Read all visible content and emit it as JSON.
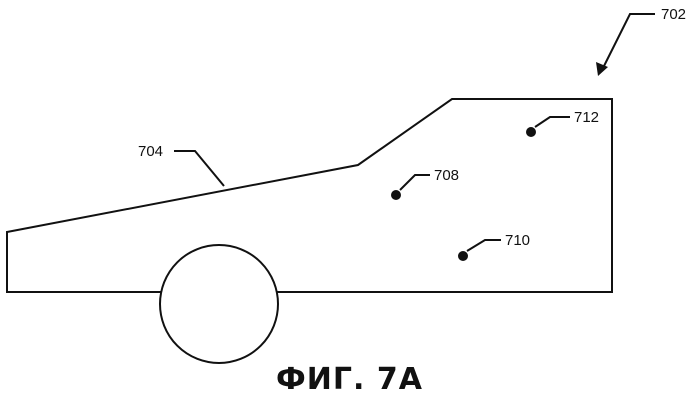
{
  "figure": {
    "caption": "ФИГ. 7А",
    "labels": {
      "device": "702",
      "boundary": "704",
      "point_a": "708",
      "point_b": "710",
      "point_c": "712"
    },
    "colors": {
      "line": "#111111",
      "background": "#ffffff"
    }
  }
}
